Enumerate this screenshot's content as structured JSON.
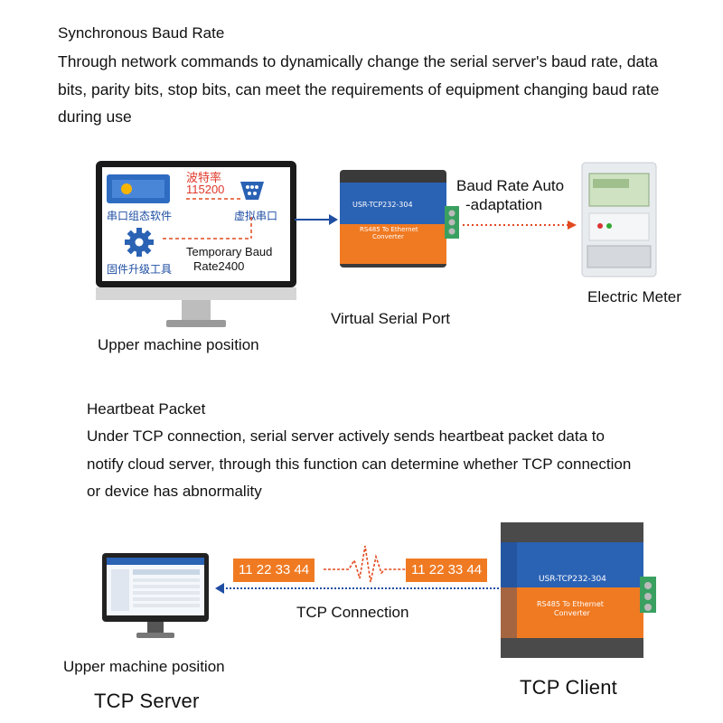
{
  "section1": {
    "heading": "Synchronous Baud Rate",
    "desc": " Through network commands to dynamically change the serial server's baud rate, data bits, parity bits, stop bits, can meet the requirements of equipment changing baud rate during use"
  },
  "diagram1": {
    "screen": {
      "baud_rate_cn": "波特率",
      "baud_value": "115200",
      "serial_config_cn": "串口组态软件",
      "virtual_port_cn": "虚拟串口",
      "firmware_tool_cn": "固件升级工具",
      "temp_baud_line1": "Temporary Baud",
      "temp_baud_line2": "Rate2400"
    },
    "pc_caption": "Upper machine position",
    "device_caption": "Virtual Serial Port",
    "device_model": "USR-TCP232-304",
    "device_product_line1": "RS485 To Ethernet",
    "device_product_line2": "Converter",
    "auto_label_line1": "Baud Rate Auto",
    "auto_label_line2": "-adaptation",
    "meter_caption": "Electric Meter"
  },
  "section2": {
    "heading": "Heartbeat Packet",
    "desc_line1": " Under TCP connection, serial server actively sends heartbeat packet data to",
    "desc_line2": "notify cloud server, through this function can determine whether TCP connection",
    "desc_line3": " or device has abnormality"
  },
  "diagram2": {
    "packet_left": "11 22 33 44",
    "packet_right": "11 22 33 44",
    "connection_label": "TCP Connection",
    "pc_caption": "Upper machine position",
    "server_label": "TCP Server",
    "client_label": "TCP Client",
    "device_model": "USR-TCP232-304",
    "device_product_line1": "RS485 To Ethernet",
    "device_product_line2": "Converter"
  },
  "colors": {
    "accent_orange": "#f07a22",
    "device_blue": "#2a62b4",
    "arrow_blue": "#1f4ea3",
    "dotted_red": "#e24a1f"
  }
}
